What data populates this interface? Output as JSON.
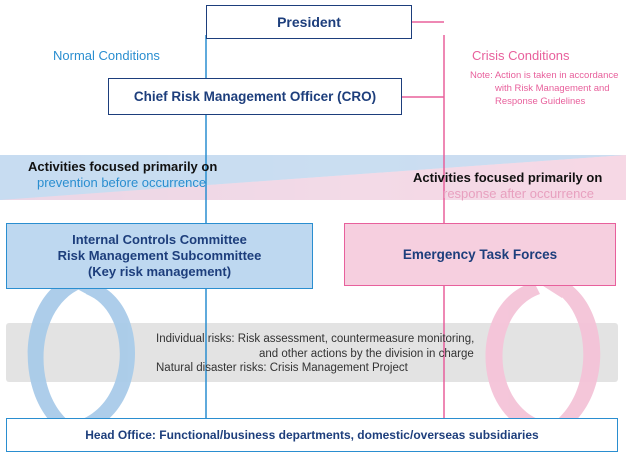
{
  "president": "President",
  "normal_conditions": "Normal Conditions",
  "crisis_conditions": "Crisis Conditions",
  "note": [
    "Note: Action is taken in accordance",
    "with Risk Management and",
    "Response Guidelines"
  ],
  "cro": "Chief Risk Management Officer (CRO)",
  "prevention": {
    "line1": "Activities focused primarily on",
    "line2": "prevention before occurrence"
  },
  "response": {
    "line1": "Activities focused primarily on",
    "line2": "response after occurrence"
  },
  "committee": [
    "Internal Controls Committee",
    "Risk Management Subcommittee",
    "(Key risk management)"
  ],
  "emergency": "Emergency Task Forces",
  "risks": [
    "Individual risks: Risk assessment, countermeasure monitoring,",
    "and other actions by the division in charge",
    "Natural disaster risks: Crisis Management Project"
  ],
  "head_office": "Head Office: Functional/business departments, domestic/overseas subsidiaries",
  "colors": {
    "navy": "#1d3e7c",
    "blue": "#2a8ed0",
    "pink": "#e8609c",
    "light_blue": "#bed8f0",
    "light_pink": "#f6cfdf",
    "gray_band": "#e3e3e3"
  }
}
